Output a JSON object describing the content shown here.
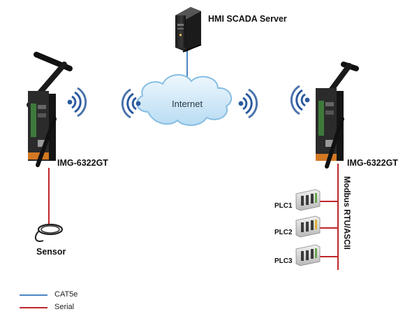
{
  "server": {
    "label": "HMI SCADA Server"
  },
  "cloud": {
    "label": "Internet"
  },
  "gateways": [
    {
      "label": "IMG-6322GT"
    },
    {
      "label": "IMG-6322GT"
    }
  ],
  "sensor": {
    "label": "Sensor"
  },
  "plcs": [
    {
      "label": "PLC1"
    },
    {
      "label": "PLC2"
    },
    {
      "label": "PLC3"
    }
  ],
  "bus": {
    "label": "Modbus RTU/ASCII"
  },
  "legend": [
    {
      "label": "CAT5e",
      "color": "#4a86c5"
    },
    {
      "label": "Serial",
      "color": "#c0262d"
    }
  ],
  "colors": {
    "cat5e": "#4a86c5",
    "serial": "#c0262d",
    "wifi": "#2c5a9e",
    "cloud_fill": "#cfe6f7",
    "cloud_stroke": "#86bde2"
  }
}
